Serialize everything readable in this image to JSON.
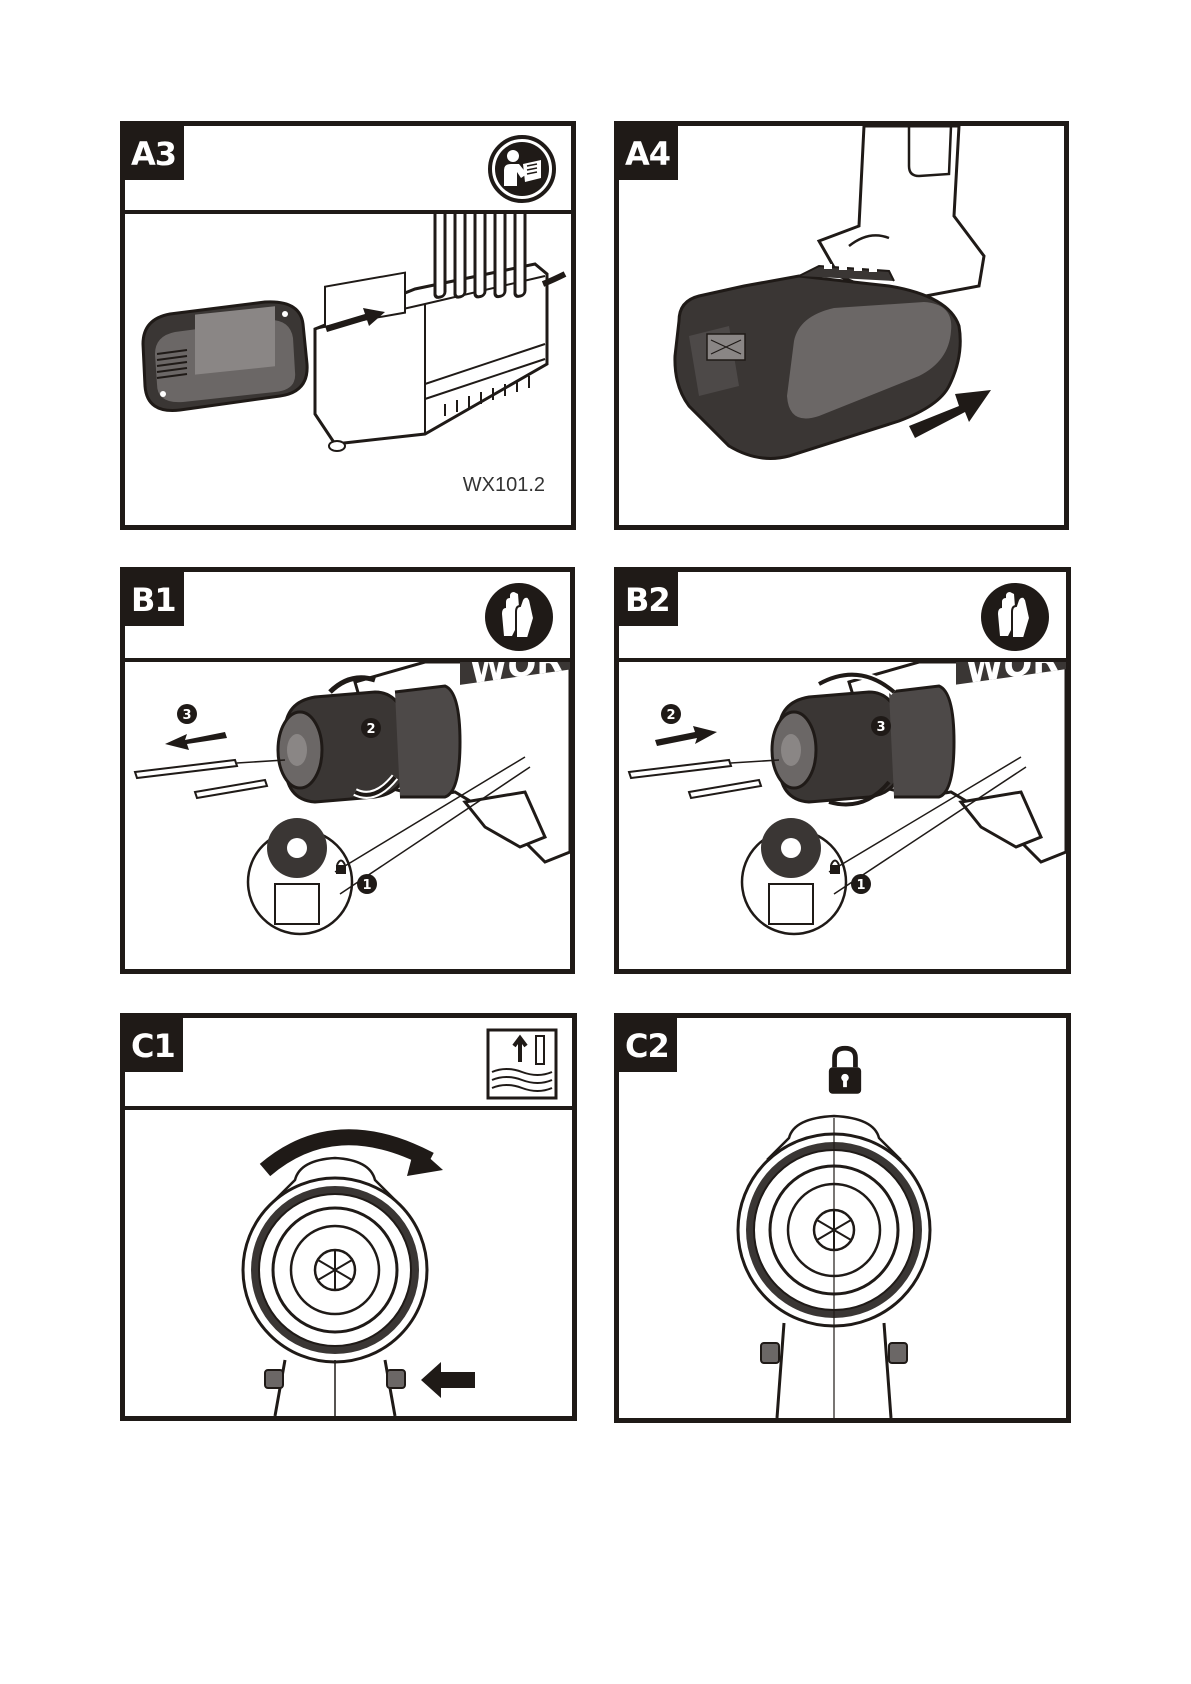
{
  "panels": {
    "a3": {
      "label": "A3",
      "model": "WX101.2",
      "symbol": "read-manual-icon"
    },
    "a4": {
      "label": "A4"
    },
    "b1": {
      "label": "B1",
      "symbol": "gloves-icon",
      "steps": [
        "3",
        "2",
        "1"
      ],
      "brand": "WOR"
    },
    "b2": {
      "label": "B2",
      "symbol": "gloves-icon",
      "steps": [
        "2",
        "3",
        "1"
      ],
      "brand": "WOR"
    },
    "c1": {
      "label": "C1",
      "symbol": "drill-mode-icon"
    },
    "c2": {
      "label": "C2",
      "symbol": "lock-icon"
    }
  },
  "colors": {
    "ink": "#1f1a17",
    "fill_dark": "#3a3634",
    "fill_gray": "#6b6766",
    "paper": "#ffffff"
  }
}
